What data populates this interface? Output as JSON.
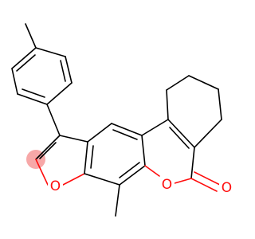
{
  "structure": {
    "atoms": {
      "furan_oxygen": {
        "symbol": "O",
        "color": "#ff0d0d"
      },
      "lactone_ring_oxygen": {
        "symbol": "O",
        "color": "#ff0d0d"
      },
      "carbonyl_oxygen": {
        "symbol": "O",
        "color": "#ff0d0d"
      }
    },
    "bond_color": "#000000",
    "highlight_color": "#f7a8a8"
  }
}
